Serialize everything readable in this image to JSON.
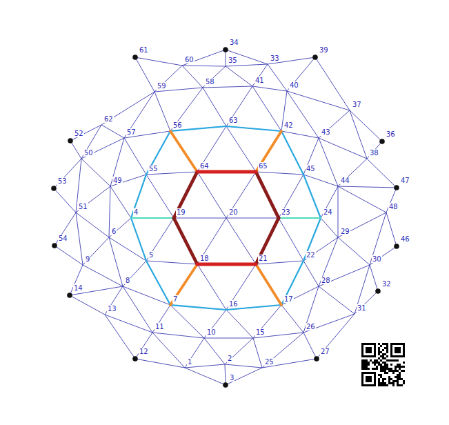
{
  "diagram": {
    "labels": [
      "1",
      "2",
      "3",
      "4",
      "5",
      "6",
      "7",
      "8",
      "9",
      "10",
      "11",
      "12",
      "13",
      "14",
      "15",
      "16",
      "17",
      "18",
      "19",
      "20",
      "21",
      "22",
      "23",
      "24",
      "25",
      "26",
      "27",
      "28",
      "29",
      "30",
      "31",
      "32",
      "33",
      "34",
      "35",
      "36",
      "37",
      "38",
      "39",
      "40",
      "41",
      "42",
      "43",
      "44",
      "45",
      "46",
      "47",
      "48",
      "49",
      "50",
      "51",
      "52",
      "53",
      "54",
      "55",
      "56",
      "57",
      "58",
      "59",
      "60",
      "61",
      "62",
      "63",
      "64",
      "65"
    ]
  }
}
